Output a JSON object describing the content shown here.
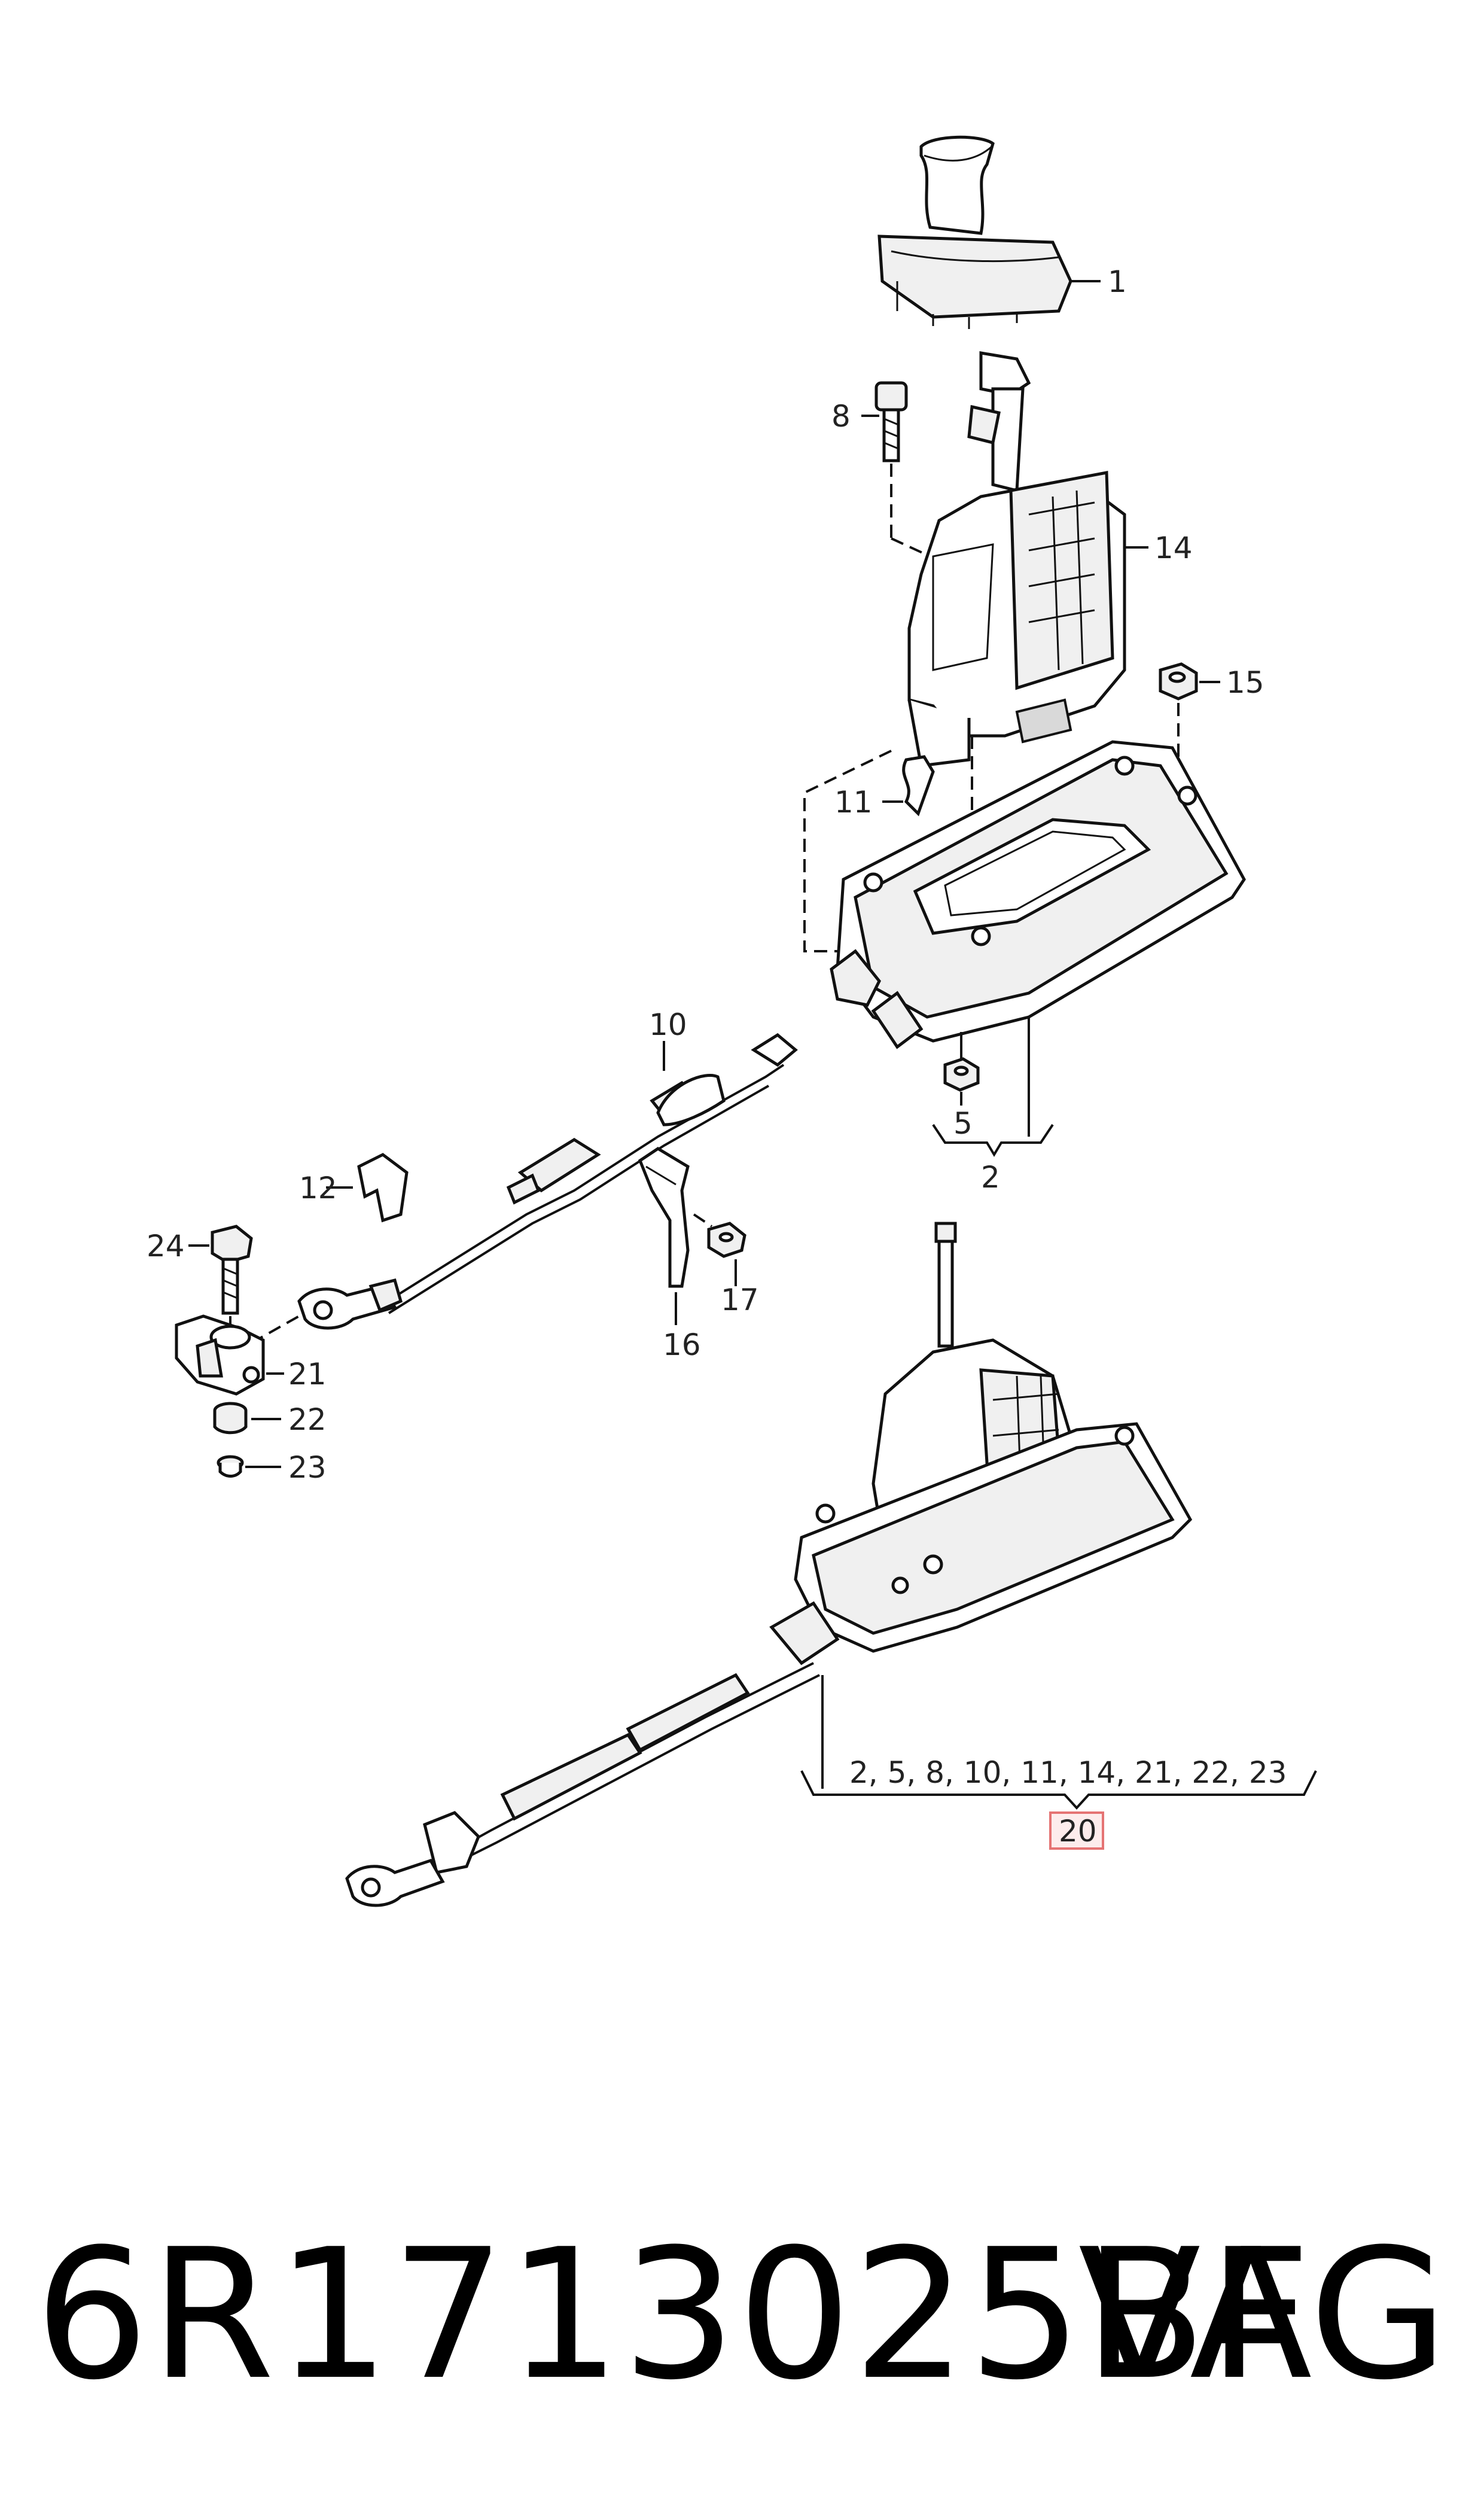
{
  "labels": {
    "l1": "1",
    "l2": "2",
    "l5": "5",
    "l8": "8",
    "l10": "10",
    "l11": "11",
    "l12": "12",
    "l14": "14",
    "l15": "15",
    "l16": "16",
    "l17": "17",
    "l20": "20",
    "l21": "21",
    "l22": "22",
    "l23": "23",
    "l24": "24"
  },
  "assembly_list": "2, 5, 8, 10, 11, 14, 21, 22, 23",
  "part_number": "6R1713025BF",
  "brand": "VAG",
  "colors": {
    "highlight_box": "#e57373",
    "highlight_fill": "#fdecec",
    "ink": "#111111"
  }
}
